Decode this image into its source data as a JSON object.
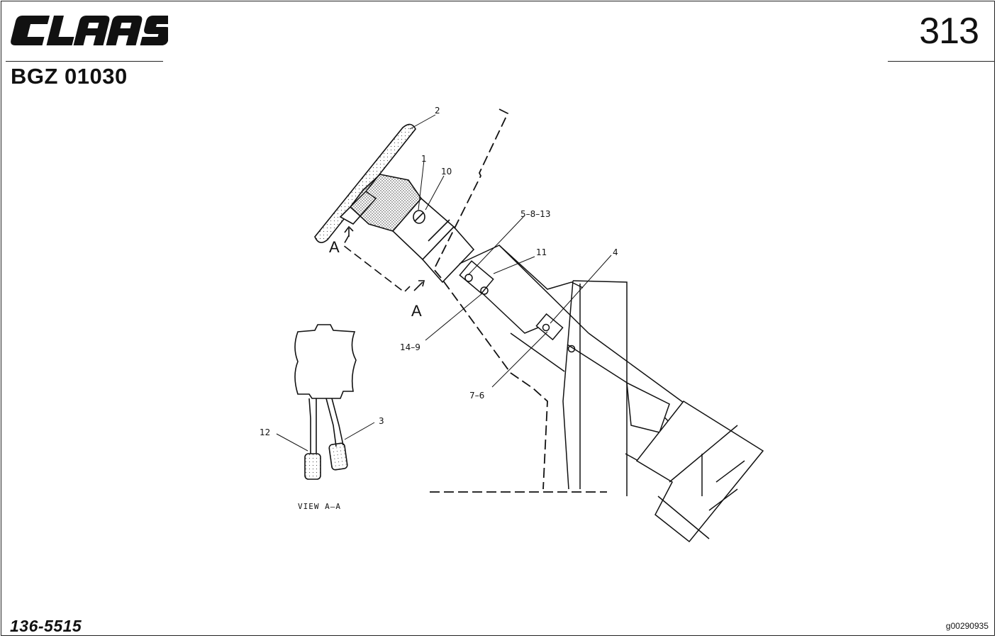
{
  "header": {
    "brand": "CLAAS",
    "doc_code": "BGZ 01030",
    "page_number": "313"
  },
  "footer": {
    "part_number": "136-5515",
    "image_id": "g00290935"
  },
  "diagram": {
    "callouts": {
      "c1": "1",
      "c2": "2",
      "c3": "3",
      "c4": "4",
      "c10": "10",
      "c11": "11",
      "c12": "12",
      "c5_8_13": "5–8–13",
      "c14_9": "14–9",
      "c7_6": "7–6"
    },
    "section_letter": "A",
    "view_label": "VIEW A–A"
  }
}
